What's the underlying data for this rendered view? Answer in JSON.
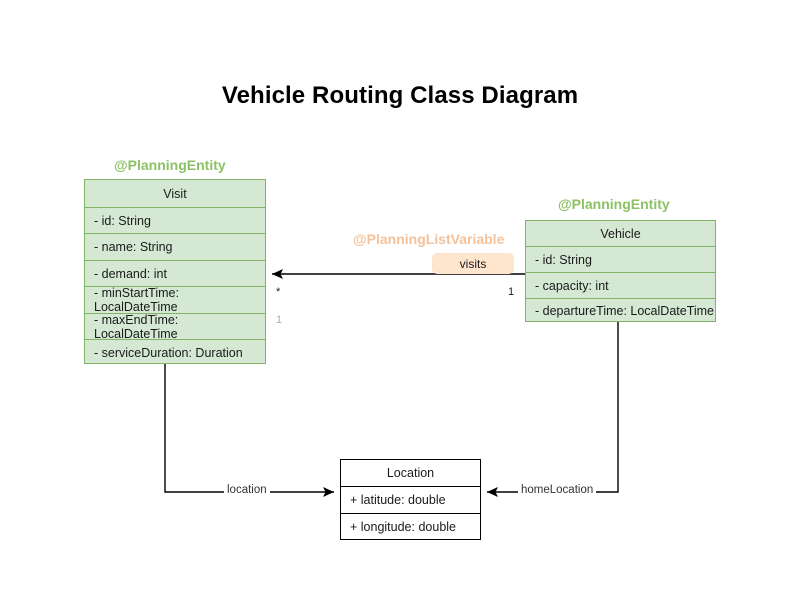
{
  "diagram": {
    "title": "Vehicle Routing Class Diagram",
    "type": "uml-class-diagram",
    "background": "#ffffff",
    "colors": {
      "entity_fill": "#d5e8d4",
      "entity_stroke": "#82b366",
      "annotation_entity": "#8cc265",
      "annotation_list_variable": "#f4c29a",
      "label_chip_fill": "#fde5ce",
      "plain_class_fill": "#ffffff",
      "plain_class_stroke": "#000000",
      "edge_stroke": "#000000",
      "multiplicity_muted": "#b9a4cf"
    }
  },
  "classes": [
    {
      "id": "visit",
      "annotation": "@PlanningEntity",
      "name": "Visit",
      "attributes": [
        "- id: String",
        "- name: String",
        "- demand: int",
        "- minStartTime: LocalDateTime",
        "- maxEndTime: LocalDateTime",
        "- serviceDuration: Duration"
      ]
    },
    {
      "id": "vehicle",
      "annotation": "@PlanningEntity",
      "name": "Vehicle",
      "attributes": [
        "- id: String",
        "- capacity: int",
        "- departureTime: LocalDateTime"
      ]
    },
    {
      "id": "location",
      "annotation": "",
      "name": "Location",
      "attributes": [
        "+ latitude: double",
        "+ longitude: double"
      ]
    }
  ],
  "relationships": [
    {
      "id": "vehicle-visits",
      "annotation": "@PlanningListVariable",
      "label": "visits",
      "source": "Vehicle",
      "target": "Visit",
      "source_multiplicity": "1",
      "target_multiplicity": "*"
    },
    {
      "id": "visit-location",
      "label": "location",
      "source": "Visit",
      "target": "Location",
      "source_multiplicity": "1"
    },
    {
      "id": "vehicle-homelocation",
      "label": "homeLocation",
      "source": "Vehicle",
      "target": "Location"
    }
  ]
}
